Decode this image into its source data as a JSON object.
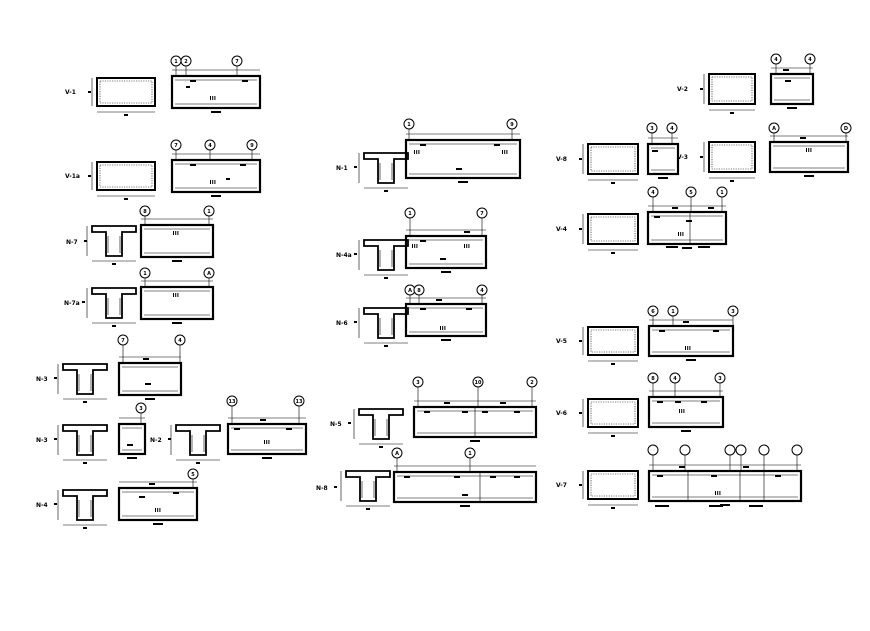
{
  "sheet": {
    "background": "#ffffff",
    "ink": "#000000"
  },
  "sections": [
    {
      "label": "V-1",
      "kind": "rect"
    },
    {
      "label": "V-1a",
      "kind": "rect"
    },
    {
      "label": "N-7",
      "kind": "tee"
    },
    {
      "label": "N-7a",
      "kind": "tee"
    },
    {
      "label": "N-3",
      "kind": "tee"
    },
    {
      "label": "N-3",
      "kind": "tee"
    },
    {
      "label": "N-2",
      "kind": "tee"
    },
    {
      "label": "N-4",
      "kind": "tee"
    },
    {
      "label": "N-1",
      "kind": "tee"
    },
    {
      "label": "N-4a",
      "kind": "tee"
    },
    {
      "label": "N-6",
      "kind": "tee"
    },
    {
      "label": "N-5",
      "kind": "tee"
    },
    {
      "label": "N-8",
      "kind": "tee"
    },
    {
      "label": "V-2",
      "kind": "rect"
    },
    {
      "label": "V-8",
      "kind": "rect"
    },
    {
      "label": "V-3",
      "kind": "rect"
    },
    {
      "label": "V-4",
      "kind": "rect"
    },
    {
      "label": "V-5",
      "kind": "rect"
    },
    {
      "label": "V-6",
      "kind": "rect"
    },
    {
      "label": "V-7",
      "kind": "rect"
    }
  ],
  "grid_bubbles": [
    "1",
    "2",
    "7",
    "7",
    "4",
    "9",
    "8",
    "1",
    "1",
    "A",
    "7",
    "4",
    "3",
    "13",
    "13",
    "5",
    "1",
    "9",
    "1",
    "7",
    "A",
    "8",
    "4",
    "3",
    "10",
    "2",
    "A",
    "1",
    "4",
    "4",
    "3",
    "4",
    "A",
    "D",
    "4",
    "5",
    "1",
    "6",
    "1",
    "3",
    "8",
    "4",
    "3"
  ]
}
